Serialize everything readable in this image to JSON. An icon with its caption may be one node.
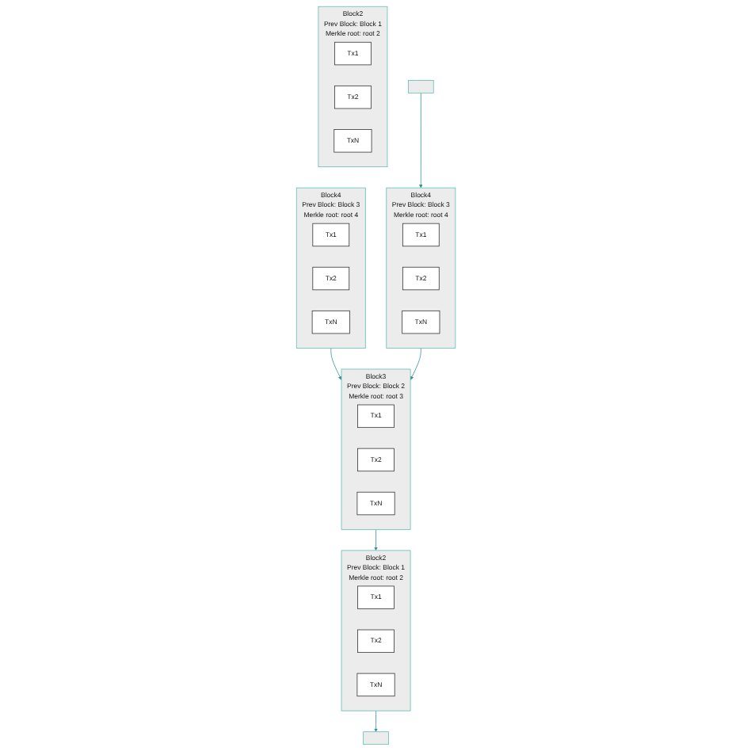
{
  "diagram": {
    "nodes": [
      {
        "text": [],
        "shape": "box"
      },
      {
        "text": [
          "Block4",
          "Prev Block: Block 3",
          "Merkle root: root 4"
        ]
      },
      {
        "text": [
          "Tx1"
        ],
        "in": 1
      },
      {
        "text": [
          "Tx2"
        ],
        "in": 1
      },
      {
        "text": [
          "TxN"
        ],
        "in": 1
      },
      {
        "text": [
          "Block4",
          "Prev Block: Block 3",
          "Merkle root: root 4"
        ]
      },
      {
        "text": [
          "Tx1"
        ],
        "in": 5
      },
      {
        "text": [
          "Tx2"
        ],
        "in": 5
      },
      {
        "text": [
          "TxN"
        ],
        "in": 5
      },
      {
        "text": [
          "Block3",
          "Prev Block: Block 2",
          "Merkle root: root 3"
        ]
      },
      {
        "text": [
          "Tx1"
        ],
        "in": 9
      },
      {
        "text": [
          "Tx2"
        ],
        "in": 9
      },
      {
        "text": [
          "TxN"
        ],
        "in": 9
      },
      {
        "text": [
          "Block2",
          "Prev Block: Block 1",
          "Merkle root: root 2"
        ]
      },
      {
        "text": [
          "Tx1"
        ],
        "in": 13
      },
      {
        "text": [
          "Tx2"
        ],
        "in": 13
      },
      {
        "text": [
          "TxN"
        ],
        "in": 13
      },
      {
        "text": [
          "Block2",
          "Prev Block: Block 1",
          "Merkle root: root 2"
        ]
      },
      {
        "text": [
          "Tx1"
        ],
        "in": 17
      },
      {
        "text": [
          "Tx2"
        ],
        "in": 17
      },
      {
        "text": [
          "TxN"
        ],
        "in": 17
      },
      {
        "text": [],
        "shape": "box"
      }
    ],
    "edges": [
      {
        "from": 0,
        "to": 5,
        "arrow": "to"
      },
      {
        "from": 1,
        "to": 9,
        "arrow": "to"
      },
      {
        "from": 5,
        "to": 9,
        "arrow": "to"
      },
      {
        "from": 9,
        "to": 13,
        "arrow": "to"
      },
      {
        "from": 13,
        "to": 21,
        "arrow": "to"
      }
    ]
  }
}
